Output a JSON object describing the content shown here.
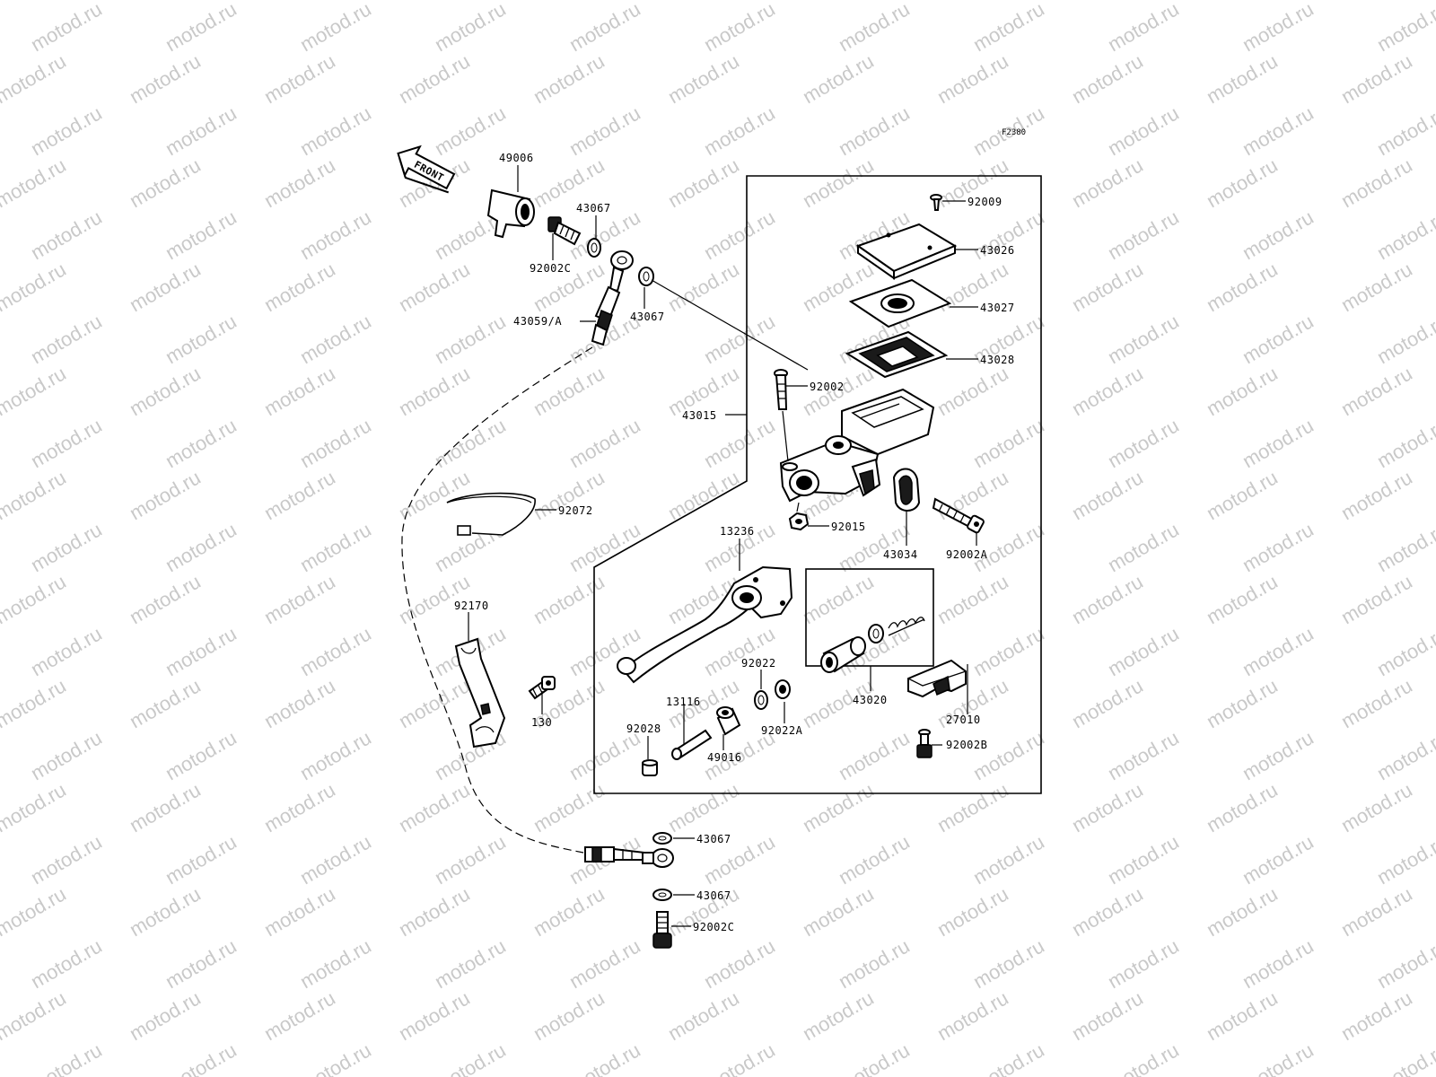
{
  "watermark": "motod.ru",
  "figure_code": "F2380",
  "direction_arrow": {
    "label": "FRONT",
    "icon": "front-arrow-icon"
  },
  "callouts": {
    "p49006": "49006",
    "p43067_top": "43067",
    "p92002C_top": "92002C",
    "p43067_mid": "43067",
    "p43059A": "43059/A",
    "p92009": "92009",
    "p43026": "43026",
    "p43027": "43027",
    "p43028": "43028",
    "p92002": "92002",
    "p43015": "43015",
    "p92072": "92072",
    "p92015": "92015",
    "p43034": "43034",
    "p92002A": "92002A",
    "p13236": "13236",
    "p92170": "92170",
    "p130": "130",
    "p92022": "92022",
    "p43020": "43020",
    "p27010": "27010",
    "p13116": "13116",
    "p92028": "92028",
    "p92022A": "92022A",
    "p49016": "49016",
    "p92002B": "92002B",
    "p43067_low1": "43067",
    "p43067_low2": "43067",
    "p92002C_low": "92002C"
  }
}
